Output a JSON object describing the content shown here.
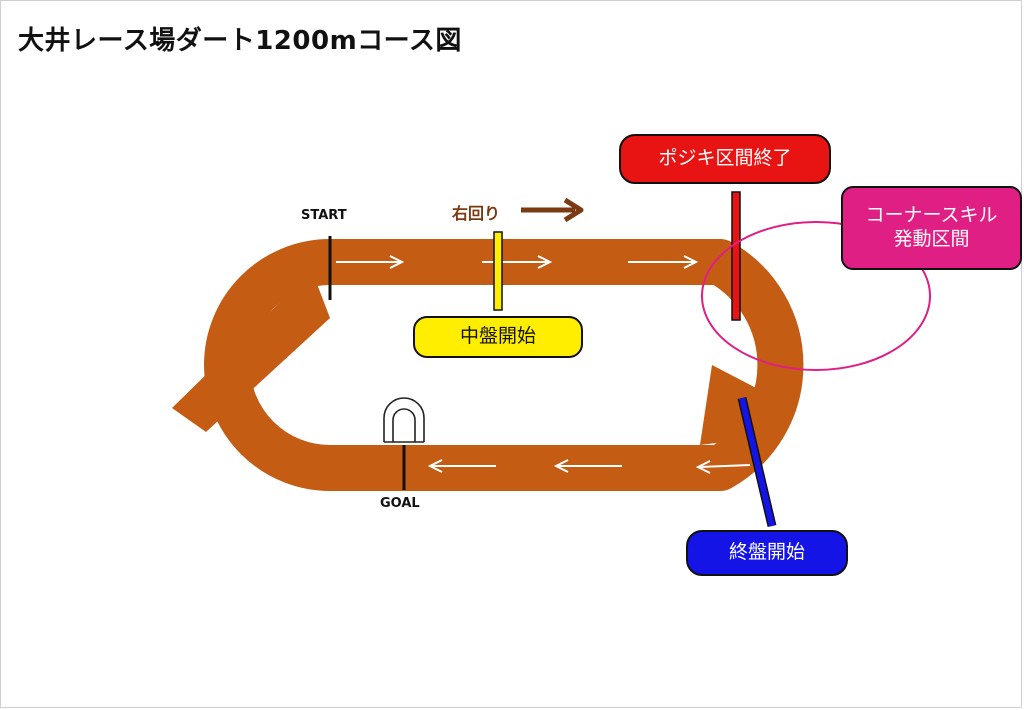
{
  "title": "大井レース場ダート1200mコース図",
  "labels": {
    "start": "START",
    "goal": "GOAL",
    "direction": "右回り"
  },
  "markers": {
    "mid_phase": "中盤開始",
    "positioning_end": "ポジキ区間終了",
    "corner_skill_line1": "コーナースキル",
    "corner_skill_line2": "発動区間",
    "final_phase": "終盤開始"
  },
  "colors": {
    "track": "#c45c14",
    "mid_phase": "#ffee00",
    "positioning_end": "#e81414",
    "corner_skill": "#df1f84",
    "final_phase": "#1414e6",
    "direction_arrow": "#7a3a12"
  }
}
